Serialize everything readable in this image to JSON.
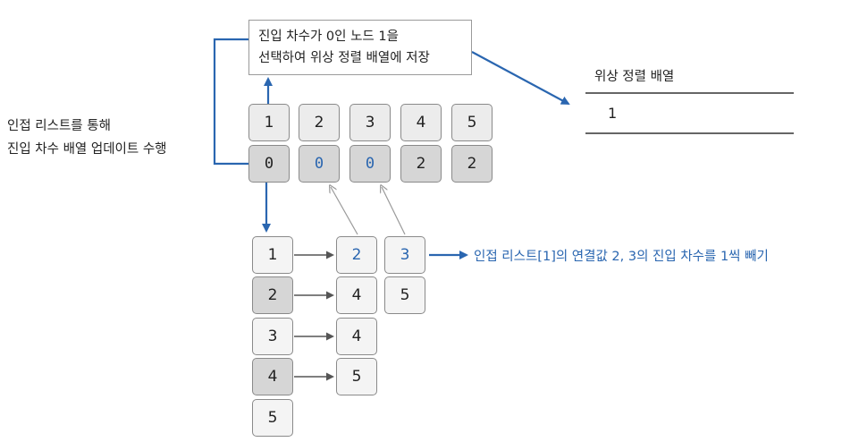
{
  "callout": {
    "line1": "진입 차수가 0인 노드 1을",
    "line2": "선택하여 위상 정렬 배열에 저장"
  },
  "left_note": {
    "line1": "인접 리스트를 통해",
    "line2": "진입 차수 배열 업데이트 수행"
  },
  "topo": {
    "title": "위상 정렬 배열",
    "value": "1"
  },
  "node_row": [
    "1",
    "2",
    "3",
    "4",
    "5"
  ],
  "indegree_row": [
    "0",
    "0",
    "0",
    "2",
    "2"
  ],
  "adjacency": {
    "heads": [
      "1",
      "2",
      "3",
      "4",
      "5"
    ],
    "row1": [
      "2",
      "3"
    ],
    "row2": [
      "4",
      "5"
    ],
    "row3": [
      "4"
    ],
    "row4": [
      "5"
    ]
  },
  "adj_note": "인접 리스트[1]의 연결값 2, 3의 진입 차수를 1씩 빼기",
  "colors": {
    "accent_blue": "#2a66b0",
    "cell_border": "#8a8a8a",
    "cell_fill": "#ececec",
    "cell_fill_dark": "#d6d6d6",
    "arrow_gray": "#555555"
  }
}
